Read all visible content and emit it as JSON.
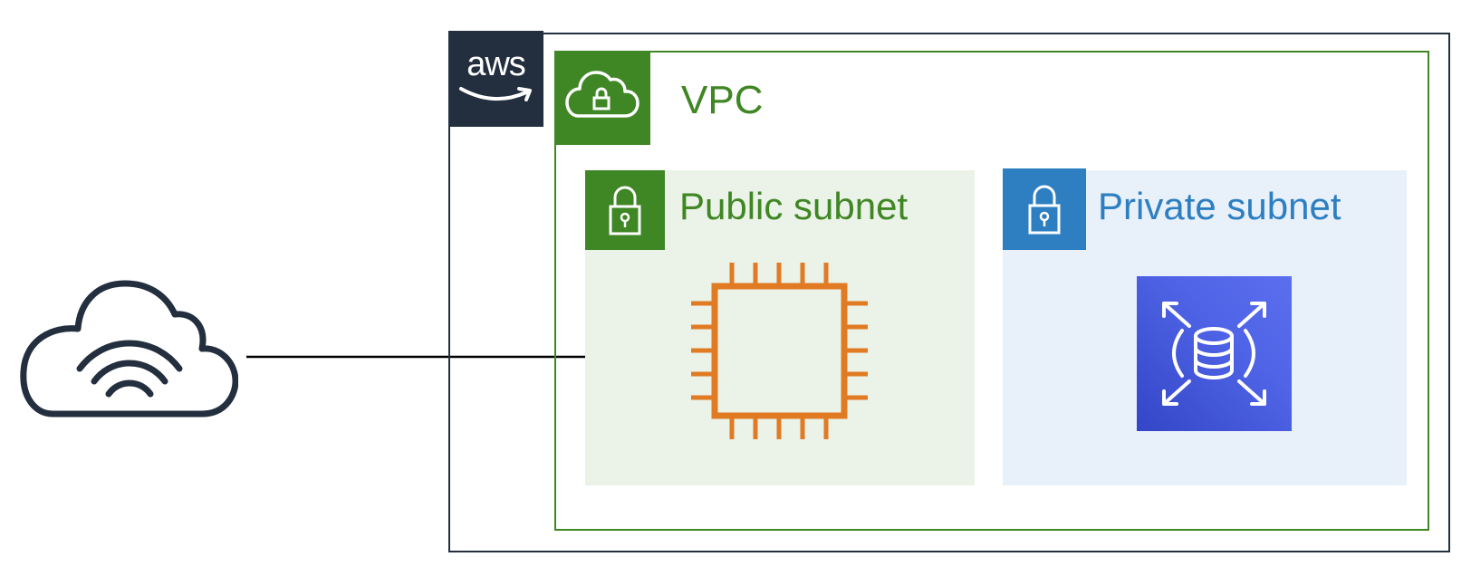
{
  "diagram": {
    "aws_logo": "aws",
    "vpc": {
      "label": "VPC"
    },
    "public_subnet": {
      "label": "Public subnet"
    },
    "private_subnet": {
      "label": "Private subnet"
    },
    "icons": {
      "internet": "internet-cloud-icon",
      "vpc": "vpc-cloud-lock-icon",
      "public_lock": "lock-icon",
      "private_lock": "lock-icon",
      "ec2": "ec2-instance-chip-icon",
      "rds": "rds-database-icon"
    }
  },
  "colors": {
    "aws_dark": "#232f3e",
    "vpc_green": "#3f8624",
    "public_fill": "#ebf2e7",
    "private_blue": "#2d7fc2",
    "private_fill": "#e8f0f9",
    "ec2_orange": "#e07b24",
    "rds_blue": "#3b48cc"
  }
}
